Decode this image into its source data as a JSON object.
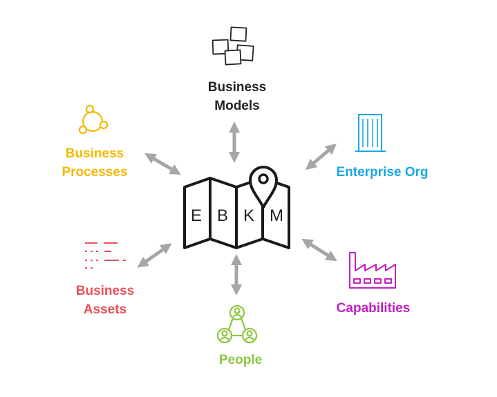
{
  "center": {
    "letters": [
      "E",
      "B",
      "K",
      "M"
    ]
  },
  "nodes": {
    "business_models": {
      "lines": [
        "Business",
        "Models"
      ],
      "color": "#222222",
      "icon": "sticky-notes-icon"
    },
    "enterprise_org": {
      "lines": [
        "Enterprise Org"
      ],
      "color": "#1aa7e0",
      "icon": "office-building-icon"
    },
    "capabilities": {
      "lines": [
        "Capabilities"
      ],
      "color": "#c21fc2",
      "icon": "factory-icon"
    },
    "people": {
      "lines": [
        "People"
      ],
      "color": "#8cc63f",
      "icon": "people-network-icon"
    },
    "business_assets": {
      "lines": [
        "Business",
        "Assets"
      ],
      "color": "#e8505b",
      "icon": "asset-list-icon"
    },
    "business_processes": {
      "lines": [
        "Business",
        "Processes"
      ],
      "color": "#f5b800",
      "icon": "cycle-icon"
    }
  },
  "colors": {
    "arrow": "#a6a6a6",
    "map": "#1a1a1a"
  }
}
